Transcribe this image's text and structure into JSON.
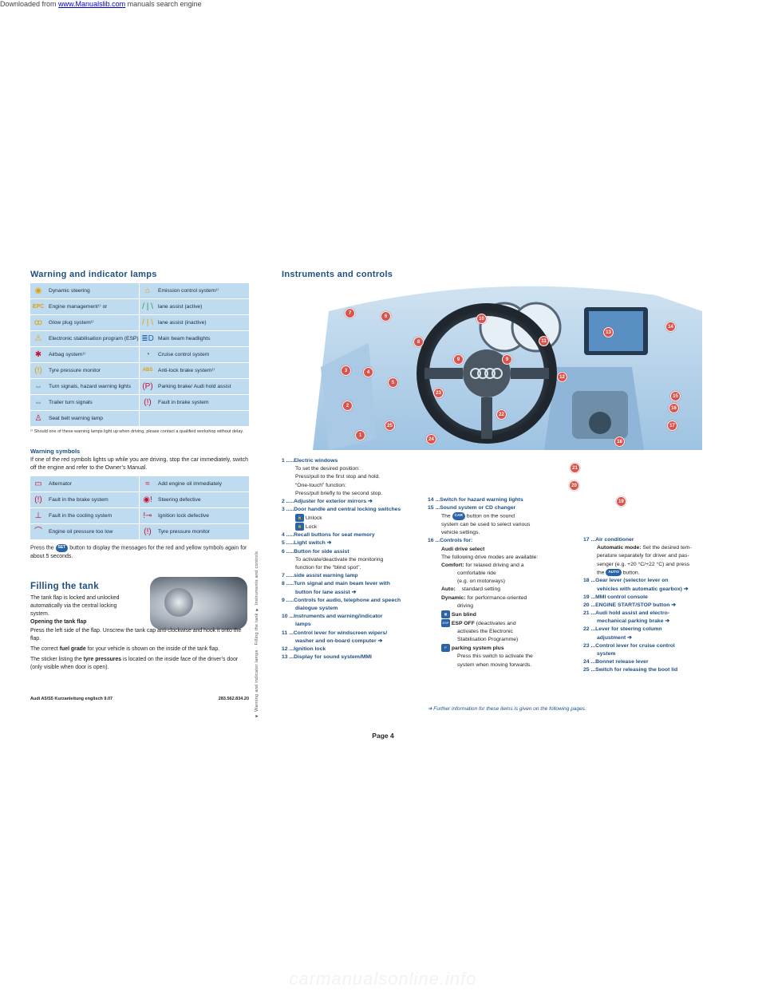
{
  "header": {
    "prefix": "Downloaded from ",
    "link": "www.Manualslib.com",
    "suffix": " manuals search engine"
  },
  "footer": "carmanualsonline.info",
  "warning": {
    "title": "Warning and indicator lamps",
    "rows": [
      [
        "Dynamic steering",
        "Emission control system¹⁾"
      ],
      [
        "Engine management¹⁾ or",
        "lane assist (active)"
      ],
      [
        "Glow plug system¹⁾",
        "lane assist (inactive)"
      ],
      [
        "Electronic stabilisation program (ESP)",
        "Main beam headlights"
      ],
      [
        "Airbag system¹⁾",
        "Cruise control system"
      ],
      [
        "Tyre pressure monitor",
        "Anti-lock brake system¹⁾"
      ],
      [
        "Turn signals, hazard warning lights",
        "Parking brake/ Audi hold assist"
      ],
      [
        "Trailer turn signals",
        "Fault in brake system"
      ],
      [
        "Seat belt warning lamp",
        ""
      ]
    ],
    "footnote": "¹⁾ Should one of these warning lamps light up when driving, please contact a qualified workshop without delay."
  },
  "symbols": {
    "title": "Warning symbols",
    "text": "If one of the red symbols lights up while you are driving, stop the car immediately, switch off the engine and refer to the Owner’s Manual.",
    "rows": [
      [
        "Alternator",
        "Add engine oil immediately"
      ],
      [
        "Fault in the brake system",
        "Steering defective"
      ],
      [
        "Fault in the cooling system",
        "Ignition lock defective"
      ],
      [
        "Engine oil pressure too low",
        "Tyre pressure monitor"
      ]
    ],
    "press_pre": "Press the ",
    "set": "SET",
    "press_post": " button to display the messages for the red and yellow symbols again for about 5 seconds."
  },
  "tank": {
    "title": "Filling the tank",
    "p1": "The tank flap is locked and unlocked automatically via the central locking system.",
    "sub": "Opening the tank flap",
    "p2": "Press the left side of the flap. Unscrew the tank cap anti-clockwise and hook it onto the flap.",
    "p3a": "The correct ",
    "p3b": "fuel grade",
    "p3c": " for your vehicle is shown on the inside of the tank flap.",
    "p4a": "The sticker listing the ",
    "p4b": "tyre pressures",
    "p4c": " is located on the inside face of the driver’s door (only visible when door is open)."
  },
  "bottom": {
    "left": "Audi A5/S5 Kurzanleitung englisch 9.07",
    "right": "283.562.834.20"
  },
  "vertical": "◄ Warning and indicator lamps · Filling the tank ▼ Instruments and controls",
  "instruments": {
    "title": "Instruments and controls",
    "callouts": [
      "1",
      "2",
      "3",
      "4",
      "5",
      "6",
      "7",
      "8",
      "9",
      "9",
      "10",
      "11",
      "12",
      "13",
      "14",
      "15",
      "16",
      "17",
      "18",
      "19",
      "20",
      "21",
      "22",
      "23",
      "24",
      "25"
    ]
  },
  "items": {
    "i1": "1 .....Electric windows",
    "i1a": "To set the desired position:",
    "i1b": "Press/pull to the first stop and hold.",
    "i1c": "“One-touch” function:",
    "i1d": "Press/pull briefly to the second stop.",
    "i2": "2 .....Adjuster for exterior mirrors",
    "i3": "3 .....Door handle and central locking switches",
    "i3a": "Unlock",
    "i3b": "Lock",
    "i4": "4 .....Recall buttons for seat memory",
    "i5": "5 .....Light switch",
    "i6": "6 .....Button for side assist",
    "i6a": "To activate/deactivate the monitoring",
    "i6b": "function for the “blind spot”.",
    "i7": "7 .....side assist warning lamp",
    "i8": "8 .....Turn signal and main beam lever with",
    "i8b": "button for lane assist",
    "i9": "9 .....Controls for audio, telephone and speech",
    "i9b": "dialogue system",
    "i10": "10 ...Instruments and warning/indicator",
    "i10b": "lamps",
    "i11": "11 ...Control lever for windscreen wipers/",
    "i11b": "washer and on-board computer",
    "i12": "12 ...Ignition lock",
    "i13": "13 ...Display for sound system/MMI",
    "i14": "14 ...Switch for hazard warning lights",
    "i15": "15 ...Sound system or CD changer",
    "i15a": "The ",
    "car": "CAR",
    "i15b": " button on the sound",
    "i15c": "system can be used to select various",
    "i15d": "vehicle settings.",
    "i16": "16 ...Controls for:",
    "i16a": "Audi drive select",
    "i16b": "The following drive modes are available:",
    "comfort": "Comfort:",
    "comfort_t": "for relaxed driving and a",
    "comfort_t2": "comfortable ride",
    "comfort_t3": "(e.g. on motorways)",
    "auto": "Auto:",
    "auto_t": "standard setting",
    "dyn": "Dynamic:",
    "dyn_t": "for performance-oriented",
    "dyn_t2": "driving",
    "sun": "Sun blind",
    "esp": "ESP OFF",
    "esp_t": " (deactivates and",
    "esp_t2": "activates the Electronic",
    "esp_t3": "Stabilisation Programme)",
    "park": "parking system plus",
    "park_t": "Press this switch to activate the",
    "park_t2": "system when moving forwards.",
    "i17": "17 ...Air conditioner",
    "i17a": "Automatic mode:",
    "i17b": " Set the desired tem-",
    "i17c": "perature separately for driver and pas-",
    "i17d": "senger (e.g. +20 °C/+22 °C) and press",
    "i17e": "the ",
    "autobtn": "AUTO",
    "i17f": " button.",
    "i18": "18 ...Gear lever (selector lever on",
    "i18b": "vehicles with automatic gearbox)",
    "i19": "19 ...MMI control console",
    "i20": "20 ...ENGINE START/STOP button",
    "i21": "21 ...Audi hold assist and electro-",
    "i21b": "mechanical parking brake",
    "i22": "22 ...Lever for steering column",
    "i22b": "adjustment",
    "i23": "23 ...Control lever for cruise control",
    "i23b": "system",
    "i24": "24 ...Bonnet release lever",
    "i25": "25 ...Switch for releasing the boot lid"
  },
  "note": "➔ Further information for these items is given on the following pages.",
  "page": "Page 4"
}
